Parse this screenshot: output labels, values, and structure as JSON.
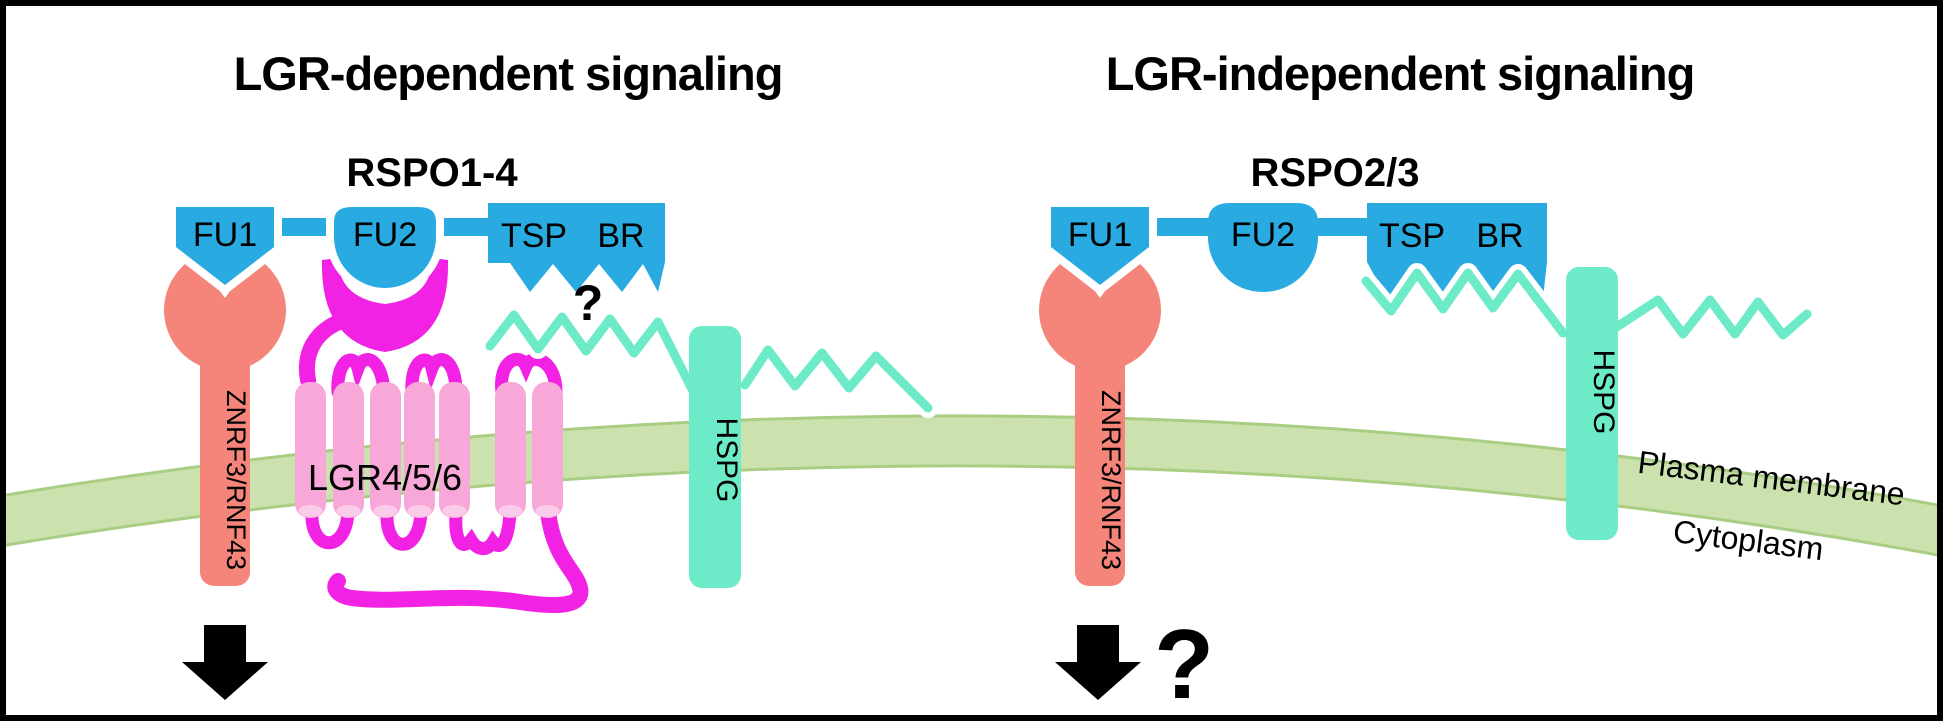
{
  "colors": {
    "domain_blue": "#29ABE2",
    "receptor_salmon": "#F5857A",
    "lgr_magenta": "#F222E4",
    "helix_pink": "#F7A8D8",
    "helix_pink_light": "#FBCCEA",
    "hspg_teal": "#6DEBC8",
    "membrane_green": "#CCE2AE",
    "membrane_edge": "#A9CD82",
    "text_black": "#000000"
  },
  "left_panel": {
    "title": "LGR-dependent signaling",
    "rspo_label": "RSPO1-4",
    "domain_fu1": "FU1",
    "domain_fu2": "FU2",
    "domain_tsp": "TSP",
    "domain_br": "BR",
    "receptor_label": "ZNRF3/RNF43",
    "lgr_label": "LGR4/5/6",
    "hspg_label": "HSPG",
    "question_mark": "?"
  },
  "right_panel": {
    "title": "LGR-independent signaling",
    "rspo_label": "RSPO2/3",
    "domain_fu1": "FU1",
    "domain_fu2": "FU2",
    "domain_tsp": "TSP",
    "domain_br": "BR",
    "receptor_label": "ZNRF3/RNF43",
    "hspg_label": "HSPG",
    "question_mark": "?",
    "plasma_membrane_label": "Plasma membrane",
    "cytoplasm_label": "Cytoplasm"
  }
}
